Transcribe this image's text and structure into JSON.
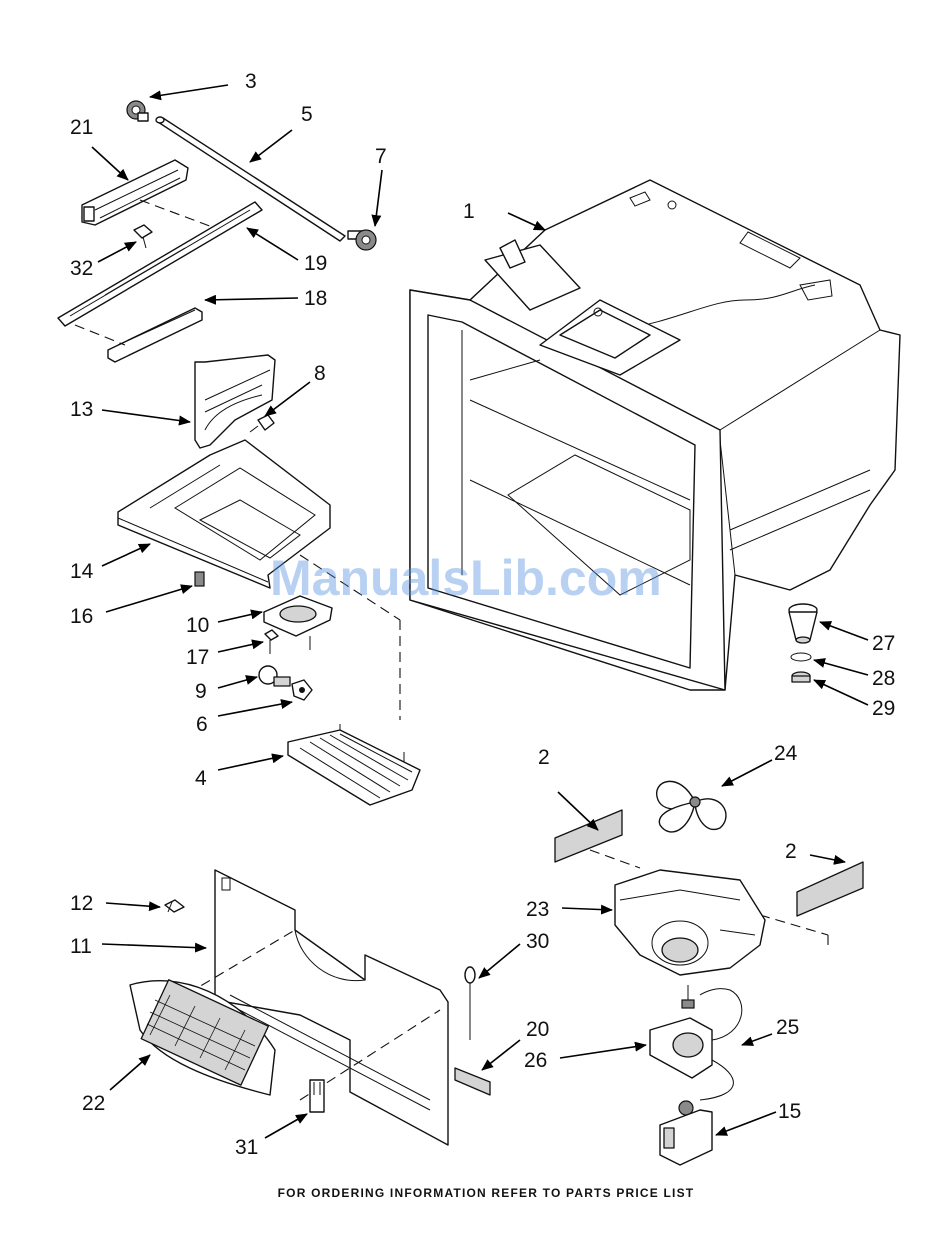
{
  "callouts": [
    "1",
    "2",
    "2",
    "3",
    "4",
    "5",
    "6",
    "7",
    "8",
    "9",
    "10",
    "11",
    "12",
    "13",
    "14",
    "15",
    "16",
    "17",
    "18",
    "19",
    "20",
    "21",
    "22",
    "23",
    "24",
    "25",
    "26",
    "27",
    "28",
    "29",
    "30",
    "31",
    "32"
  ],
  "watermark": "ManualsLib.com",
  "footer": "FOR ORDERING INFORMATION REFER TO PARTS PRICE LIST",
  "colors": {
    "line": "#111111",
    "part_fill": "#d4d4d4",
    "watermark": "#4f8fe0"
  }
}
